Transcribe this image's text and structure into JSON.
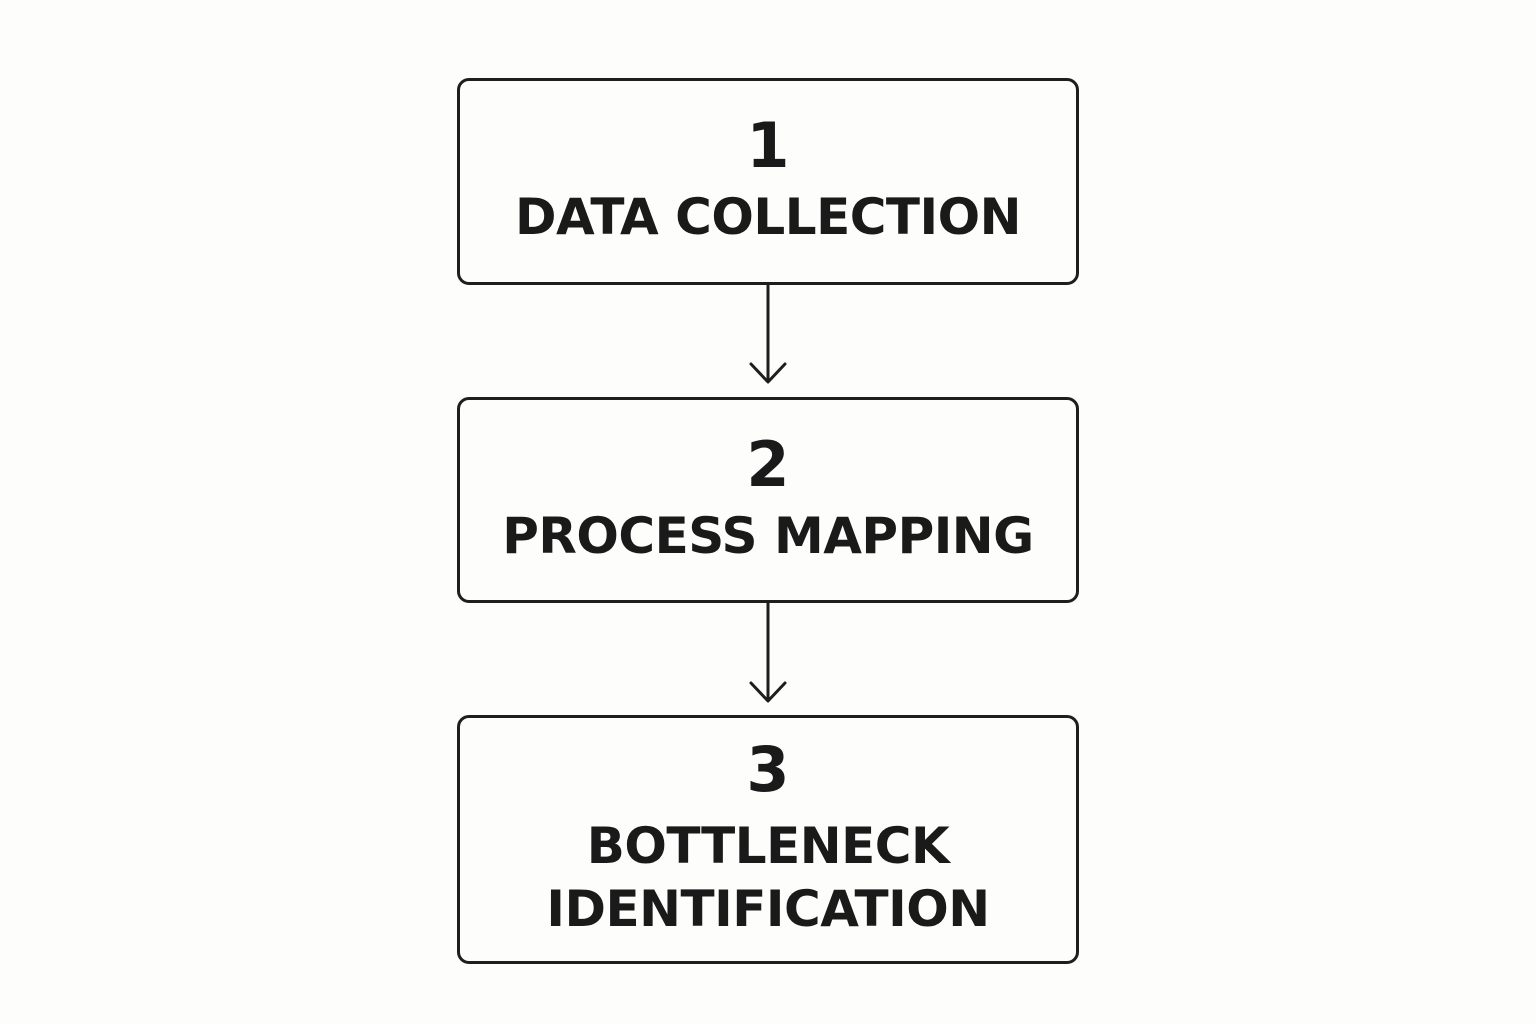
{
  "diagram": {
    "steps": [
      {
        "number": "1",
        "label": "DATA COLLECTION"
      },
      {
        "number": "2",
        "label": "PROCESS MAPPING"
      },
      {
        "number": "3",
        "label": "BOTTLENECK IDENTIFICATION"
      }
    ],
    "colors": {
      "background": "#fdfdfc",
      "stroke": "#1e1e1e",
      "text": "#1a1a1a"
    }
  }
}
